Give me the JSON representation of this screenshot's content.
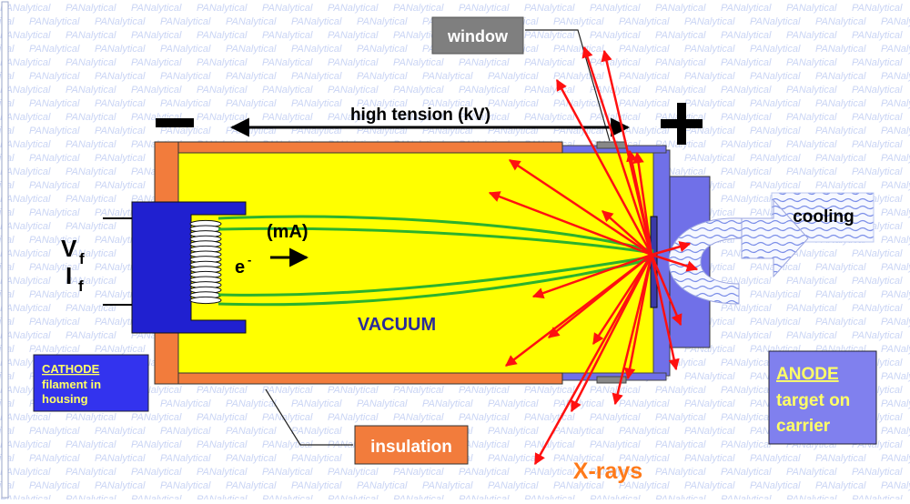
{
  "diagram": {
    "watermark": "PANalytical",
    "labels": {
      "window": "window",
      "high_tension": "high tension (kV)",
      "minus": "−",
      "plus": "+",
      "v": "V",
      "v_sub": "f",
      "i": "I",
      "i_sub": "f",
      "ma": "(mA)",
      "electron": "e",
      "electron_sup": "-",
      "vacuum": "VACUUM",
      "cooling": "cooling",
      "insulation": "insulation",
      "xrays": "X-rays",
      "cathode_title": "CATHODE",
      "cathode_line2": "filament in",
      "cathode_line3": "housing",
      "anode_title": "ANODE",
      "anode_line2": "target on",
      "anode_line3": "carrier"
    },
    "colors": {
      "tube": "#ffff00",
      "insulation": "#f27c3c",
      "cathode": "#2020d0",
      "anode": "#7070e8",
      "xray": "#ff1010",
      "beam": "#2cb22c",
      "label_box": "#7f7f7f",
      "cathode_label_bg": "#3333ee",
      "anode_label_bg": "#8080ee",
      "anode_text": "#ffff66",
      "xray_text": "#ff7a1a",
      "vacuum_text": "#2a2a9a"
    }
  }
}
